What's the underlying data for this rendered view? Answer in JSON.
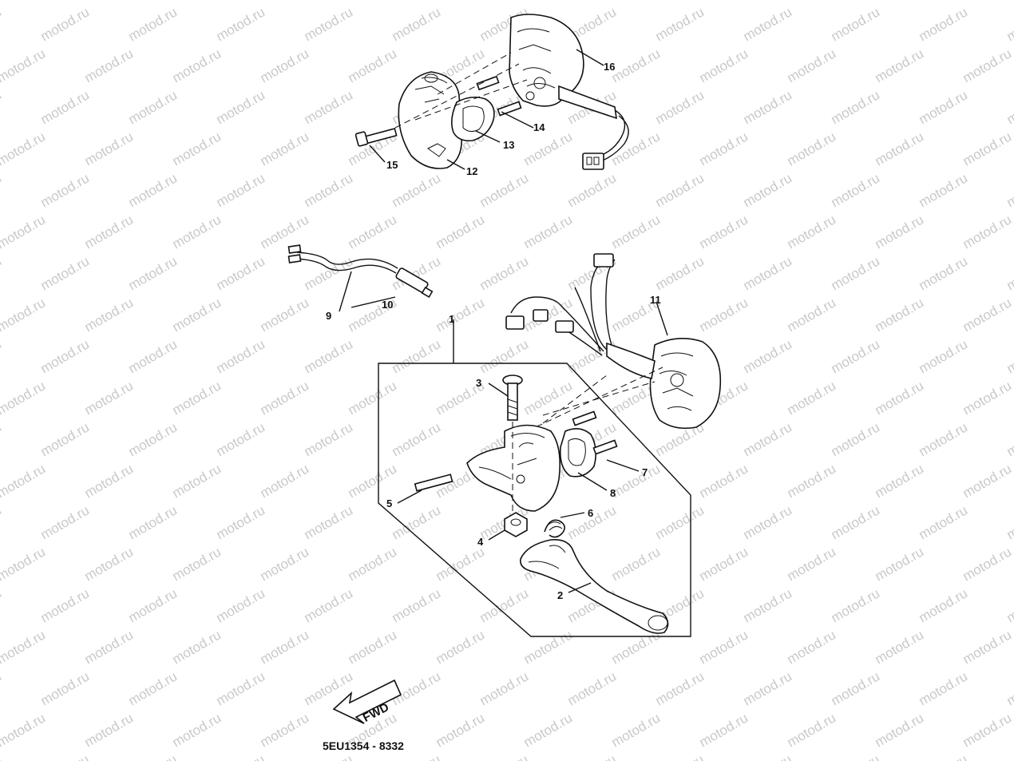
{
  "watermark": "motod.ru",
  "diagram_code": "5EU1354 - 8332",
  "direction_label": "FWD",
  "callouts": {
    "c1": "1",
    "c2": "2",
    "c3": "3",
    "c4": "4",
    "c5": "5",
    "c6": "6",
    "c7": "7",
    "c8": "8",
    "c9": "9",
    "c10": "10",
    "c11": "11",
    "c12": "12",
    "c13": "13",
    "c14": "14",
    "c15": "15",
    "c16": "16"
  }
}
